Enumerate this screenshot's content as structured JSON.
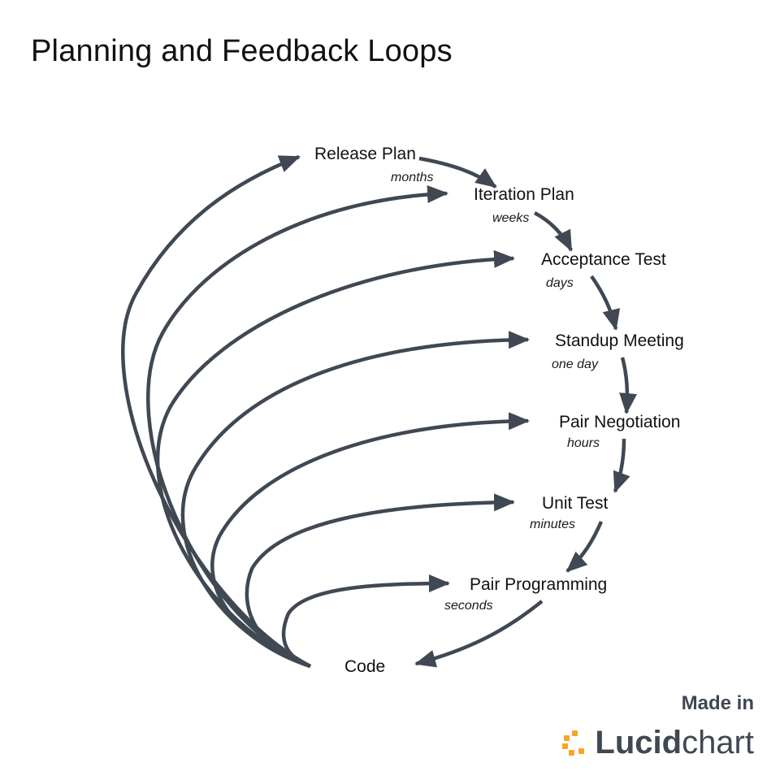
{
  "title": "Planning and Feedback Loops",
  "stages": [
    {
      "label": "Release Plan",
      "duration": "months"
    },
    {
      "label": "Iteration Plan",
      "duration": "weeks"
    },
    {
      "label": "Acceptance Test",
      "duration": "days"
    },
    {
      "label": "Standup Meeting",
      "duration": "one day"
    },
    {
      "label": "Pair Negotiation",
      "duration": "hours"
    },
    {
      "label": "Unit Test",
      "duration": "minutes"
    },
    {
      "label": "Pair Programming",
      "duration": "seconds"
    },
    {
      "label": "Code",
      "duration": ""
    }
  ],
  "branding": {
    "made_in": "Made in",
    "brand_bold": "Lucid",
    "brand_light": "chart",
    "accent_color": "#f5a623",
    "text_color": "#3f4853"
  },
  "colors": {
    "arrow": "#3f4853",
    "text": "#111111"
  }
}
